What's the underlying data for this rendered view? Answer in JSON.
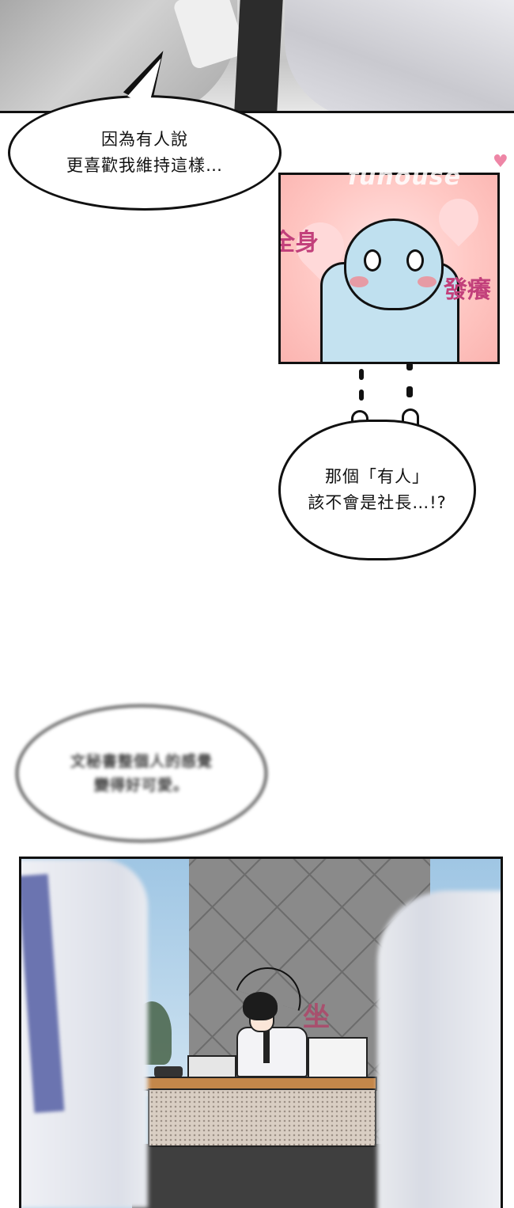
{
  "panels": {
    "top": {},
    "inset": {
      "watermark": "fuhouse",
      "sfx_left": "全身",
      "sfx_right": "發癢"
    },
    "bottom": {
      "sfx": "坐"
    }
  },
  "bubbles": {
    "first": {
      "line1": "因為有人說",
      "line2": "更喜歡我維持這樣…"
    },
    "second": {
      "line1": "那個「有人」",
      "line2": "該不會是社長…!?"
    },
    "third": {
      "line1": "文秘書整個人的感覺",
      "line2": "變得好可愛。"
    }
  },
  "colors": {
    "inset_pink": "#ffc8c4",
    "character_blue": "#c4e2f0",
    "sfx_magenta": "#c2407b",
    "sky_blue": "#9fc6e4"
  }
}
